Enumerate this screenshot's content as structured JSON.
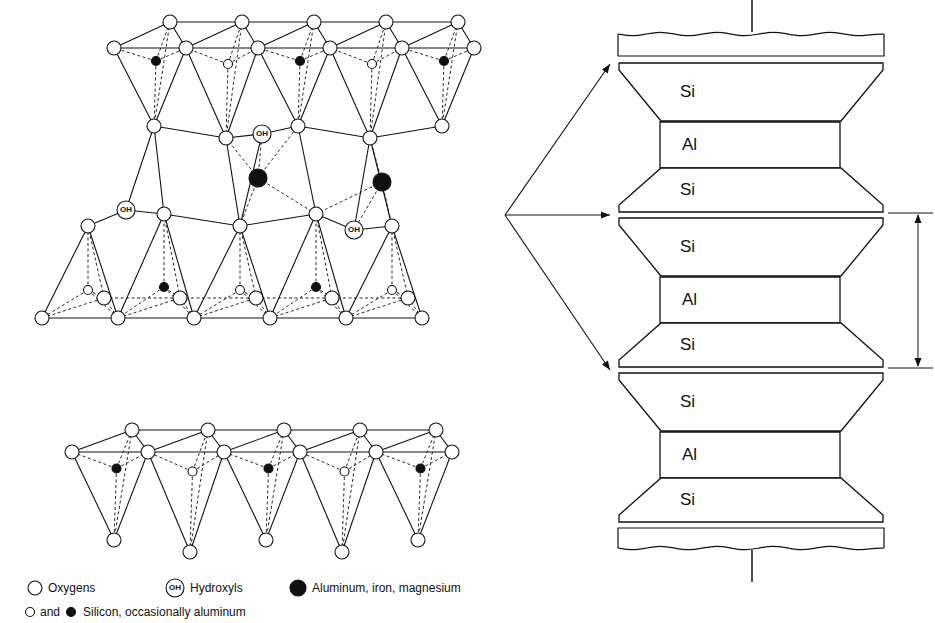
{
  "diagram": {
    "nodes": [
      {
        "text": [
          "Si"
        ]
      },
      {
        "text": [
          "Al"
        ]
      },
      {
        "text": [
          "Si"
        ]
      },
      {
        "text": [
          "Si"
        ]
      },
      {
        "text": [
          "Al"
        ]
      },
      {
        "text": [
          "Si"
        ]
      },
      {
        "text": [
          "Si"
        ]
      },
      {
        "text": [
          "Al"
        ]
      },
      {
        "text": [
          "Si"
        ]
      }
    ],
    "labels": [
      "OH",
      "OH",
      "OH",
      "OH",
      "and"
    ],
    "legend": [
      {
        "text": "Oxygens"
      },
      {
        "text": "Hydroxyls"
      },
      {
        "text": "Aluminum, iron, magnesium"
      },
      {
        "text": "Silicon, occasionally aluminum"
      }
    ]
  }
}
